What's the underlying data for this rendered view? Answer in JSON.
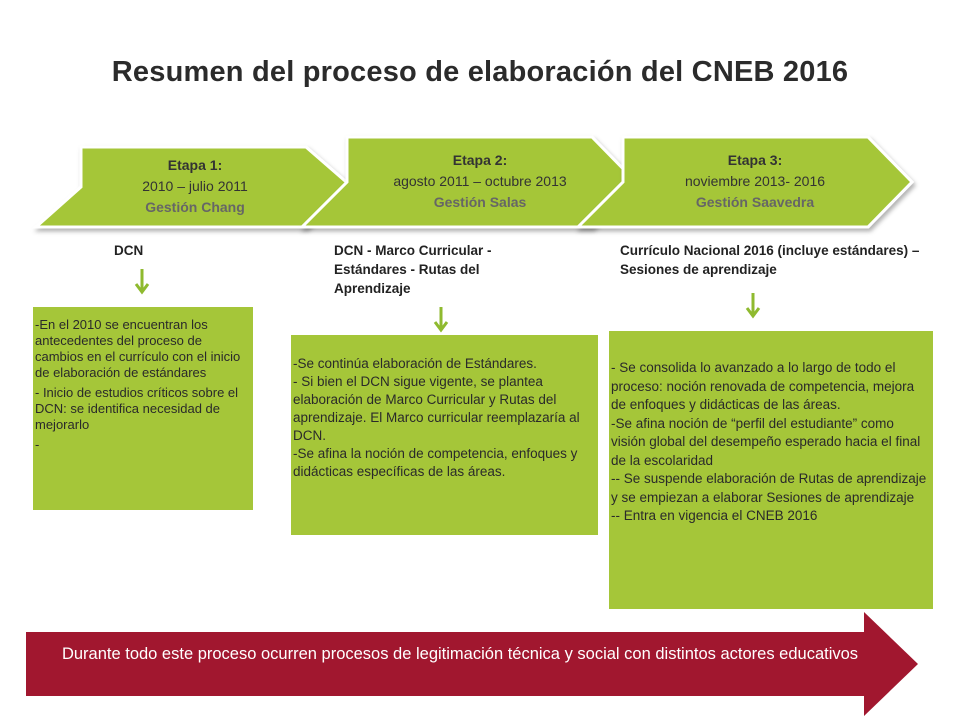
{
  "title": "Resumen del proceso de elaboración del CNEB 2016",
  "colors": {
    "green": "#a5c639",
    "banner": "#a1172f",
    "arrow": "#8fba2f"
  },
  "stages": [
    {
      "label": "Etapa 1:",
      "dates": "2010 –  julio 2011",
      "management": "Gestión Chang"
    },
    {
      "label": "Etapa 2:",
      "dates": "agosto 2011 – octubre 2013",
      "management": "Gestión Salas"
    },
    {
      "label": "Etapa 3:",
      "dates": "noviembre 2013- 2016",
      "management": "Gestión Saavedra"
    }
  ],
  "outcomes": [
    "DCN",
    "DCN - Marco Curricular - Estándares - Rutas del Aprendizaje",
    "Currículo Nacional 2016 (incluye estándares) – Sesiones de aprendizaje"
  ],
  "details": [
    [
      "-En el 2010 se encuentran los antecedentes del proceso de cambios en el currículo con el inicio de elaboración de estándares",
      "- Inicio de estudios críticos sobre el DCN: se identifica necesidad de mejorarlo",
      "-"
    ],
    [
      "-Se continúa elaboración de Estándares.",
      "- Si bien el DCN sigue vigente, se plantea elaboración de Marco Curricular y Rutas del aprendizaje. El Marco curricular reemplazaría al DCN.",
      "-Se afina la noción de competencia, enfoques y didácticas específicas de las áreas."
    ],
    [
      "- Se consolida lo avanzado a lo largo de todo el proceso: noción renovada de competencia, mejora de enfoques y didácticas de las áreas.",
      "-Se afina noción de “perfil del estudiante” como visión global del desempeño esperado hacia el final de la escolaridad",
      "-- Se suspende elaboración de Rutas de aprendizaje y se empiezan a elaborar Sesiones de aprendizaje",
      "-- Entra en vigencia el  CNEB 2016"
    ]
  ],
  "banner": "Durante todo este proceso ocurren procesos de legitimación técnica y social con distintos actores educativos"
}
